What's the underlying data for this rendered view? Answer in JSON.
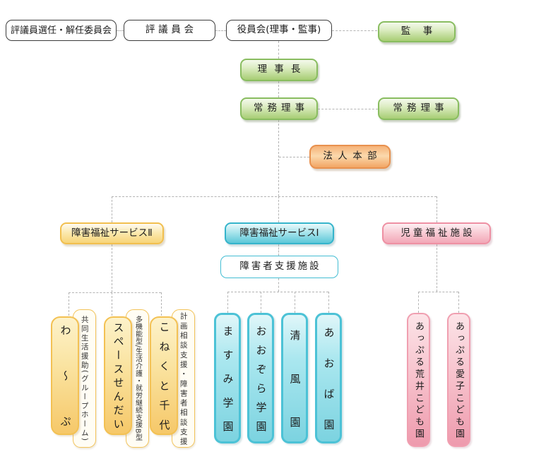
{
  "chart": {
    "governance": {
      "selection_committee": "評議員選任・解任委員会",
      "councilors_board": "評議員会",
      "officers_board": "役員会(理事・監事)",
      "auditor": "監事",
      "president": "理事長",
      "managing_director": "常務理事",
      "managing_director2": "常務理事",
      "headquarters": "法人本部"
    },
    "divisions": [
      {
        "label": "障害福祉サービスⅡ",
        "facilities": [
          {
            "name": "わ～ぷ",
            "service": "共同生活援助(グループホーム)"
          },
          {
            "name": "スペースせんだい",
            "service": "多機能型/生活介護・就労継続支援B型"
          },
          {
            "name": "こねくと千代",
            "service": "計画相談支援・障害者相談支援"
          }
        ]
      },
      {
        "label": "障害福祉サービスⅠ",
        "sub_label": "障害者支援施設",
        "facilities": [
          {
            "name": "ますみ学園"
          },
          {
            "name": "おおぞら学園"
          },
          {
            "name": "清風園"
          },
          {
            "name": "あおば園"
          }
        ]
      },
      {
        "label": "児童福祉施設",
        "facilities": [
          {
            "name": "あっぷる荒井こども園"
          },
          {
            "name": "あっぷる愛子こども園"
          }
        ]
      }
    ],
    "colors": {
      "green": "#a7cd74",
      "orange": "#f2a564",
      "yellow": "#f6c869",
      "cyan": "#5cc7d8",
      "pink": "#f2a7b7",
      "connector": "#b4b4b4"
    }
  }
}
